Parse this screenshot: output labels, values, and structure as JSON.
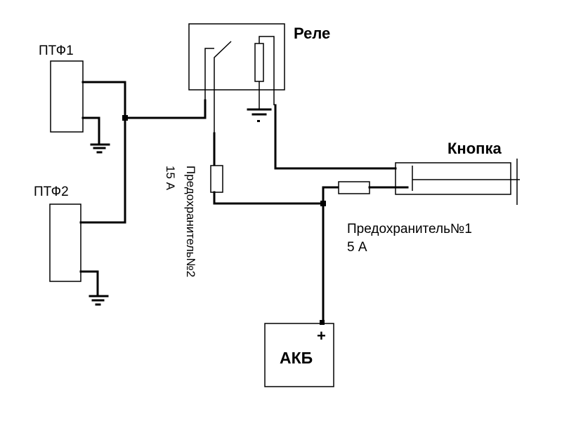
{
  "diagram": {
    "title": "Схема подключения ПТФ через реле",
    "components": {
      "fog_light_1": {
        "label": "ПТФ1"
      },
      "fog_light_2": {
        "label": "ПТФ2"
      },
      "relay": {
        "label": "Реле"
      },
      "button": {
        "label": "Кнопка"
      },
      "battery": {
        "label": "АКБ",
        "polarity": "+"
      },
      "fuse_1": {
        "label": "Предохранитель№1",
        "rating": "5 А"
      },
      "fuse_2": {
        "label": "Предохранитель№2",
        "rating": "15 А"
      }
    },
    "colors": {
      "line": "#000000",
      "background": "#ffffff"
    }
  }
}
